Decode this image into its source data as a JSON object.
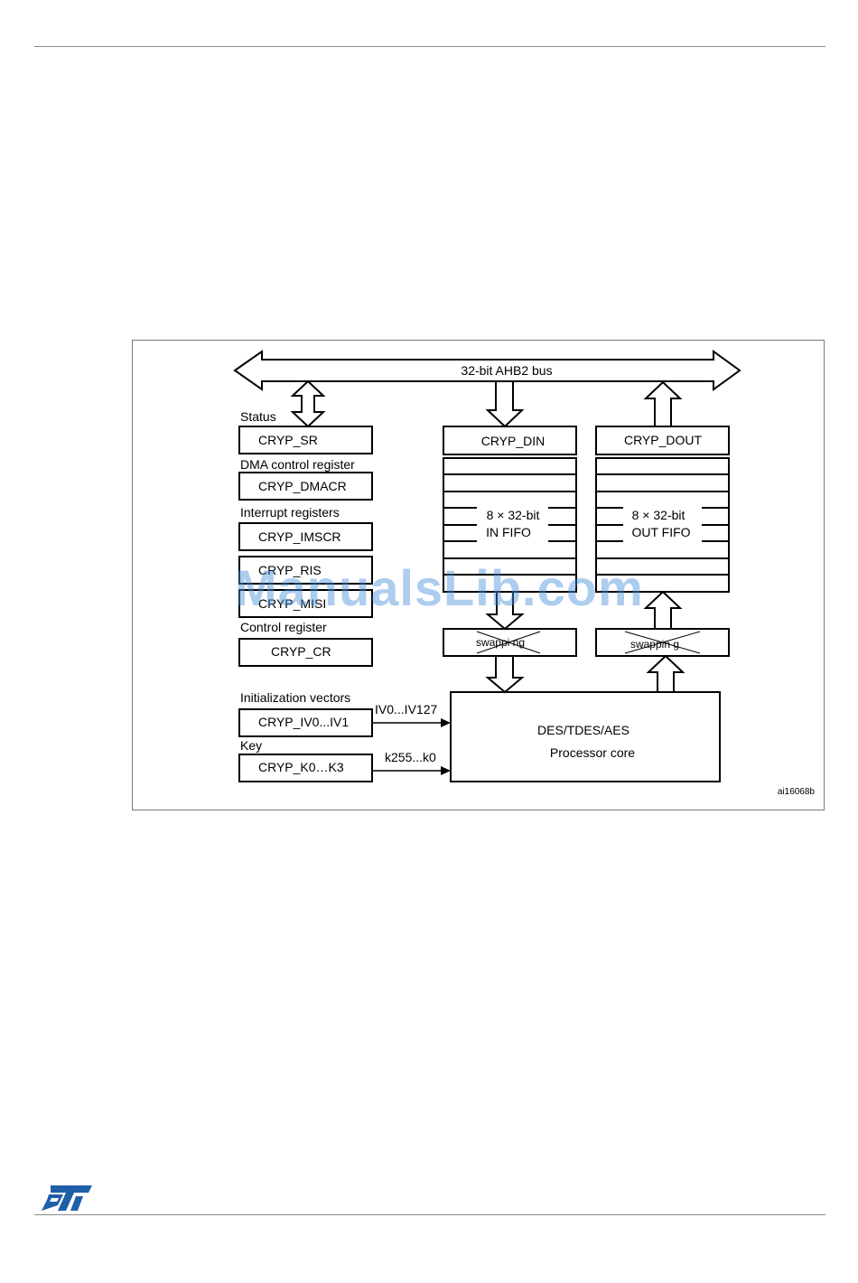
{
  "diagram": {
    "bus_label": "32-bit AHB2 bus",
    "figure_code": "ai16068b",
    "groups": {
      "status": "Status",
      "dma": "DMA control register",
      "interrupt": "Interrupt registers",
      "control": "Control register",
      "init_vectors": "Initialization vectors",
      "key": "Key"
    },
    "registers": {
      "sr": "CRYP_SR",
      "dmacr": "CRYP_DMACR",
      "imscr": "CRYP_IMSCR",
      "ris": "CRYP_RIS",
      "mis": "CRYP_MISI",
      "cr": "CRYP_CR",
      "iv": "CRYP_IV0...IV1",
      "key": "CRYP_K0…K3",
      "din": "CRYP_DIN",
      "dout": "CRYP_DOUT"
    },
    "fifo_in": {
      "line1": "8 × 32-bit",
      "line2": "IN FIFO"
    },
    "fifo_out": {
      "line1": "8 × 32-bit",
      "line2": "OUT FIFO"
    },
    "swapping_in": "swappi ng",
    "swapping_out": "swappin g",
    "core": {
      "line1": "DES/TDES/AES",
      "line2": "Processor core"
    },
    "iv_signal": "IV0...IV127",
    "key_signal": "k255...k0"
  },
  "watermark": "ManualsLib.com",
  "colors": {
    "watermark": "#4a90d9",
    "logo": "#1f5fa8",
    "rule": "#8a8a8a"
  }
}
